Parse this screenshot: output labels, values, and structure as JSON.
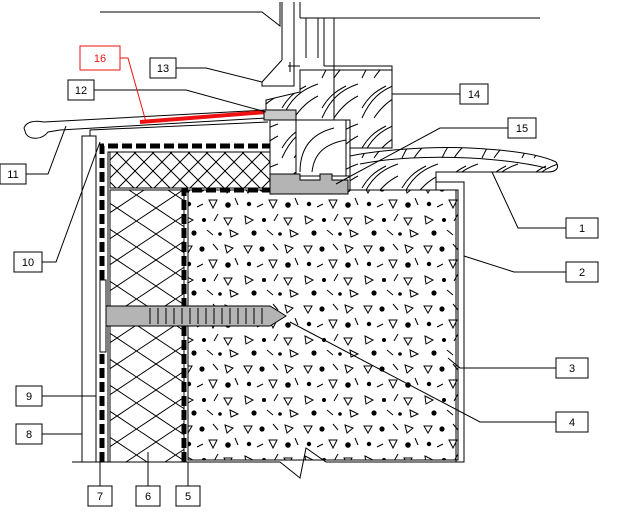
{
  "callouts": [
    {
      "id": "c1",
      "label": "1"
    },
    {
      "id": "c2",
      "label": "2"
    },
    {
      "id": "c3",
      "label": "3"
    },
    {
      "id": "c4",
      "label": "4"
    },
    {
      "id": "c5",
      "label": "5"
    },
    {
      "id": "c6",
      "label": "6"
    },
    {
      "id": "c7",
      "label": "7"
    },
    {
      "id": "c8",
      "label": "8"
    },
    {
      "id": "c9",
      "label": "9"
    },
    {
      "id": "c10",
      "label": "10"
    },
    {
      "id": "c11",
      "label": "11"
    },
    {
      "id": "c12",
      "label": "12"
    },
    {
      "id": "c13",
      "label": "13"
    },
    {
      "id": "c14",
      "label": "14"
    },
    {
      "id": "c15",
      "label": "15"
    },
    {
      "id": "c16",
      "label": "16"
    }
  ],
  "colors": {
    "line": "#000000",
    "highlight": "#ee1111",
    "fixing": "#b4b4b4",
    "flashing": "#c8c8c8",
    "background": "#ffffff"
  }
}
